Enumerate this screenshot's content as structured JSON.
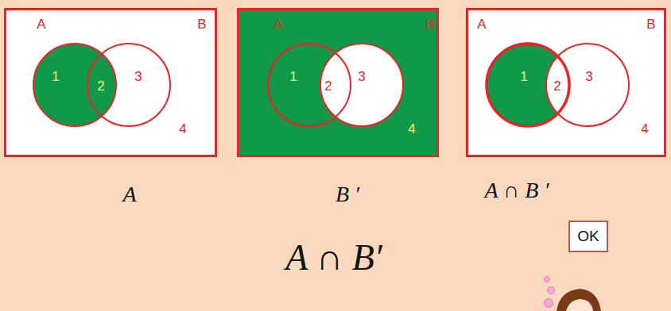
{
  "diagram": {
    "caption": "A ∩ B′",
    "nodes": [
      {
        "text": [
          "A",
          "B",
          "1",
          "2",
          "3",
          "4"
        ]
      },
      {
        "text": [
          "A",
          "B",
          "1",
          "2",
          "3",
          "4"
        ]
      },
      {
        "text": [
          "A",
          "B",
          "1",
          "2",
          "3",
          "4"
        ]
      },
      {
        "text": [
          "OK"
        ]
      }
    ],
    "labels": [
      "A",
      "B ′",
      "A ∩ B ′"
    ]
  }
}
